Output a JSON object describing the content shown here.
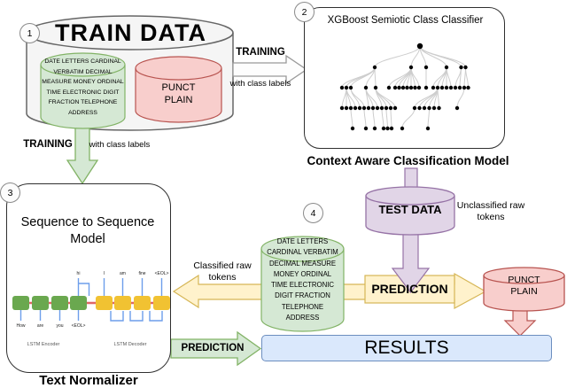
{
  "step_badges": {
    "train_data": "1",
    "classifier": "2",
    "seq2seq": "3",
    "classified_tokens": "4"
  },
  "train_data": {
    "title": "TRAIN DATA",
    "class_cylinder_lines": [
      "DATE LETTERS CARDINAL",
      "VERBATIM DECIMAL",
      "MEASURE MONEY ORDINAL",
      "TIME ELECTRONIC DIGIT",
      "FRACTION TELEPHONE",
      "ADDRESS"
    ],
    "punct_cylinder_label": "PUNCT\nPLAIN"
  },
  "training_to_classifier": {
    "label": "TRAINING",
    "sublabel": "with class labels"
  },
  "training_to_seq2seq": {
    "label": "TRAINING",
    "sublabel": "with class labels"
  },
  "classifier": {
    "title": "XGBoost Semiotic Class Classifier",
    "caption": "Context Aware Classification Model"
  },
  "seq2seq": {
    "title": "Sequence to Sequence\nModel",
    "caption": "Text Normalizer",
    "encoder_label": "LSTM Encoder",
    "decoder_label": "LSTM Decoder",
    "encoder_inputs": [
      "How",
      "are",
      "you",
      "<EOL>"
    ],
    "encoder_output": "hi",
    "decoder_outputs": [
      "I",
      "am",
      "fine",
      "<EOL>"
    ]
  },
  "test_data": {
    "label": "TEST DATA",
    "note": "Unclassified raw\ntokens"
  },
  "classified_tokens": {
    "note": "Classified raw\ntokens",
    "class_cylinder_lines": [
      "DATE LETTERS",
      "CARDINAL VERBATIM",
      "DECIMAL MEASURE",
      "MONEY ORDINAL",
      "TIME ELECTRONIC",
      "DIGIT FRACTION",
      "TELEPHONE",
      "ADDRESS"
    ]
  },
  "prediction_band": {
    "label": "PREDICTION"
  },
  "punct_plain_cylinder": {
    "label": "PUNCT\nPLAIN"
  },
  "results": {
    "label": "RESULTS"
  },
  "prediction_to_results": {
    "label": "PREDICTION"
  },
  "colors": {
    "green_fill": "#d5e8d4",
    "green_stroke": "#82b366",
    "red_fill": "#f8cecc",
    "red_stroke": "#b85450",
    "purple_fill": "#e1d5e7",
    "purple_stroke": "#9673a6",
    "yellow_fill": "#fff2cc",
    "yellow_stroke": "#d6b656",
    "blue_fill": "#dae8fc",
    "blue_stroke": "#6c8ebf",
    "encoder_block": "#6aa84f",
    "decoder_block": "#f1c232"
  }
}
